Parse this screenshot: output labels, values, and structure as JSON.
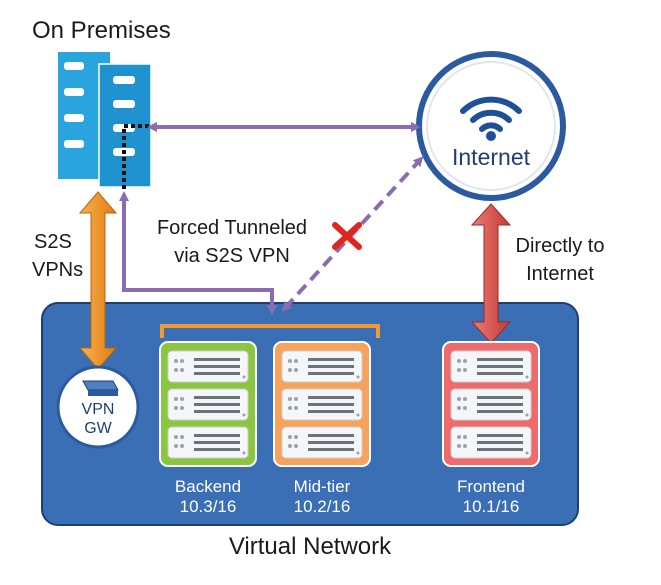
{
  "labels": {
    "on_premises": "On Premises",
    "internet": "Internet",
    "s2s_line1": "S2S",
    "s2s_line2": "VPNs",
    "forced_line1": "Forced Tunneled",
    "forced_line2": "via S2S VPN",
    "direct_line1": "Directly to",
    "direct_line2": "Internet",
    "vpn_line1": "VPN",
    "vpn_line2": "GW",
    "backend_name": "Backend",
    "backend_cidr": "10.3/16",
    "midtier_name": "Mid-tier",
    "midtier_cidr": "10.2/16",
    "frontend_name": "Frontend",
    "frontend_cidr": "10.1/16",
    "virtual_network": "Virtual Network"
  },
  "colors": {
    "vnet_fill": "#3a6fb5",
    "vnet_stroke": "#1f3f73",
    "purple": "#8a6cb3",
    "orange": "#f29a2e",
    "red": "#d9534f",
    "blocked_x": "#e0261e",
    "server_blue": "#29a4de",
    "backend_tier": "#8cc63f",
    "midtier_tier": "#f7a35c",
    "frontend_tier": "#ef6b6b",
    "internet_ring": "#2c5aa0"
  }
}
